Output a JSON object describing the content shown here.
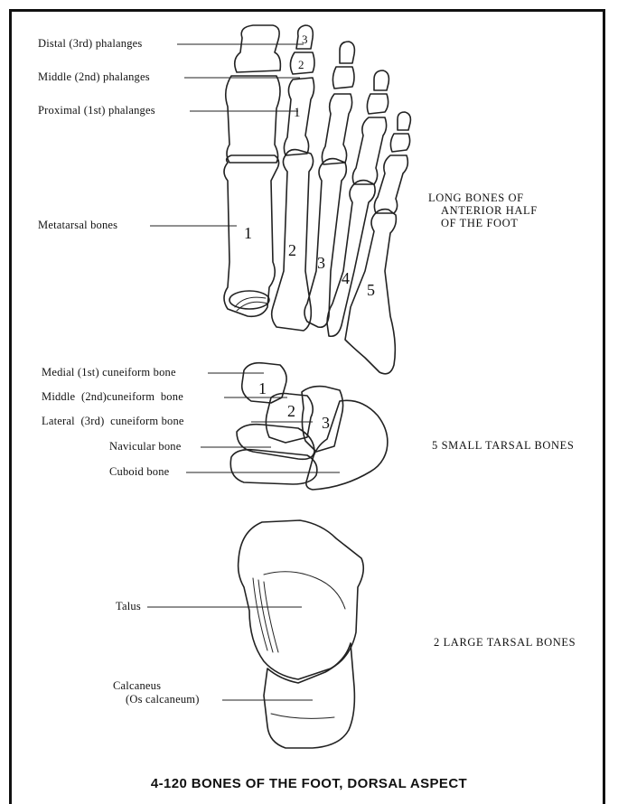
{
  "labels": {
    "distal": "Distal (3rd) phalanges",
    "middle": "Middle (2nd) phalanges",
    "proximal": "Proximal (1st) phalanges",
    "metatarsal": "Metatarsal bones",
    "medial_cuneiform": "Medial (1st) cuneiform bone",
    "middle_cuneiform": "Middle  (2nd)cuneiform  bone",
    "lateral_cuneiform": "Lateral  (3rd)  cuneiform bone",
    "navicular": "Navicular bone",
    "cuboid": "Cuboid bone",
    "talus": "Talus",
    "calcaneus_1": "Calcaneus",
    "calcaneus_2": "(Os calcaneum)"
  },
  "groups": {
    "long_bones": [
      "LONG BONES OF",
      "ANTERIOR HALF",
      "OF THE FOOT"
    ],
    "small_tarsal": "5 SMALL TARSAL BONES",
    "large_tarsal": "2 LARGE TARSAL BONES"
  },
  "numbers": {
    "phal_3": "3",
    "phal_2": "2",
    "phal_1": "1",
    "meta_1": "1",
    "meta_2": "2",
    "meta_3": "3",
    "meta_4": "4",
    "meta_5": "5",
    "cun_1": "1",
    "cun_2": "2",
    "cun_3": "3"
  },
  "caption": "4-120  BONES OF THE FOOT, DORSAL ASPECT"
}
